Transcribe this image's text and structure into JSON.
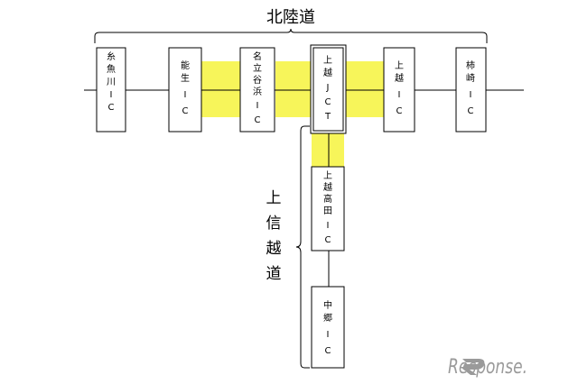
{
  "colors": {
    "highlight": "#f7f55a",
    "box_border": "#000000",
    "watermark": "#9a9a9a"
  },
  "hokuriku": {
    "title": "北陸道",
    "nodes": [
      {
        "id": "itoigawa",
        "chars": [
          "糸",
          "魚",
          "川",
          "I",
          "C"
        ]
      },
      {
        "id": "nou",
        "chars": [
          "能",
          "生",
          "I",
          "C"
        ]
      },
      {
        "id": "nadachi",
        "chars": [
          "名",
          "立",
          "谷",
          "浜",
          "I",
          "C"
        ]
      },
      {
        "id": "joetsu-jct",
        "chars": [
          "上",
          "越",
          "J",
          "C",
          "T"
        ]
      },
      {
        "id": "joetsu",
        "chars": [
          "上",
          "越",
          "I",
          "C"
        ]
      },
      {
        "id": "kakizaki",
        "chars": [
          "柿",
          "崎",
          "I",
          "C"
        ]
      }
    ]
  },
  "joshinetsu": {
    "title": "上信越道",
    "title_chars": [
      "上",
      "信",
      "越",
      "道"
    ],
    "nodes": [
      {
        "id": "joetsu-takada",
        "chars": [
          "上",
          "越",
          "高",
          "田",
          "I",
          "C"
        ]
      },
      {
        "id": "nakago",
        "chars": [
          "中",
          "郷",
          "I",
          "C"
        ]
      }
    ]
  },
  "watermark": {
    "text": "Response."
  }
}
